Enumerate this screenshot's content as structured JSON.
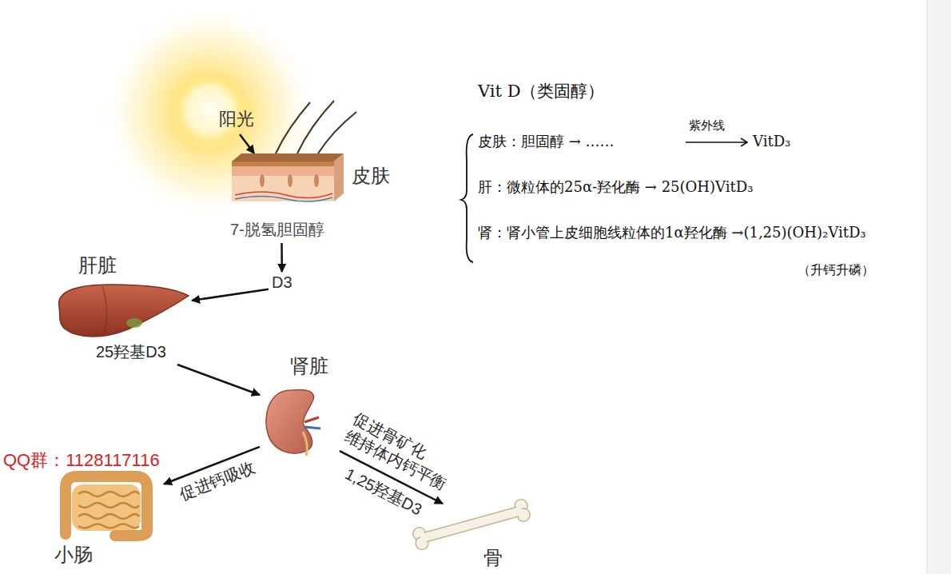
{
  "diagram": {
    "nodes": [
      {
        "text": [
          "阳光"
        ]
      },
      {
        "text": [
          "皮肤",
          "7-脱氢胆固醇"
        ]
      },
      {
        "text": [
          "D3"
        ]
      },
      {
        "text": [
          "肝脏"
        ]
      },
      {
        "text": [
          "肾脏"
        ]
      },
      {
        "text": [
          "小肠"
        ]
      },
      {
        "text": [
          "骨"
        ]
      }
    ],
    "edges": [
      {
        "from": 0,
        "to": 1,
        "arrow": "to"
      },
      {
        "from": 1,
        "to": 2,
        "arrow": "to"
      },
      {
        "from": 2,
        "to": 3,
        "arrow": "to"
      },
      {
        "from": 3,
        "to": 4,
        "label": "25羟基D3",
        "arrow": "to"
      },
      {
        "from": 4,
        "to": 5,
        "label": "促进钙吸收",
        "arrow": "to"
      },
      {
        "from": 4,
        "to": 6,
        "label": "1,25羟基D3",
        "arrow": "to"
      }
    ],
    "labels": [
      "促进骨矿化 维持体内钙平衡",
      "QQ群：1128117116",
      "Vit D（类固醇）",
      "皮肤：胆固醇 → ……",
      "紫外线",
      "VitD₃",
      "肝：微粒体的25α-羟化酶 → 25(OH)VitD₃",
      "肾：肾小管上皮细胞线粒体的1α羟化酶 →(1,25)(OH)₂VitD₃",
      "（升钙升磷）"
    ]
  }
}
